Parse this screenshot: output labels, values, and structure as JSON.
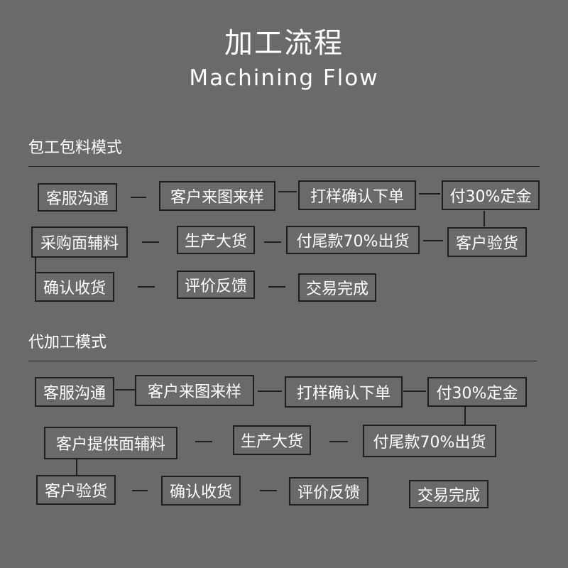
{
  "title_cn": "加工流程",
  "title_en": "Machining Flow",
  "sections": [
    {
      "title": "包工包料模式",
      "steps": [
        "客服沟通",
        "客户来图来样",
        "打样确认下单",
        "付30%定金",
        "采购面辅料",
        "生产大货",
        "付尾款70%出货",
        "客户验货",
        "确认收货",
        "评价反馈",
        "交易完成"
      ]
    },
    {
      "title": "代加工模式",
      "steps": [
        "客服沟通",
        "客户来图来样",
        "打样确认下单",
        "付30%定金",
        "客户提供面辅料",
        "生产大货",
        "付尾款70%出货",
        "客户验货",
        "确认收货",
        "评价反馈",
        "交易完成"
      ]
    }
  ],
  "colors": {
    "background": "#6b6a6b",
    "text": "#ffffff",
    "border": "#1e1e1e"
  }
}
